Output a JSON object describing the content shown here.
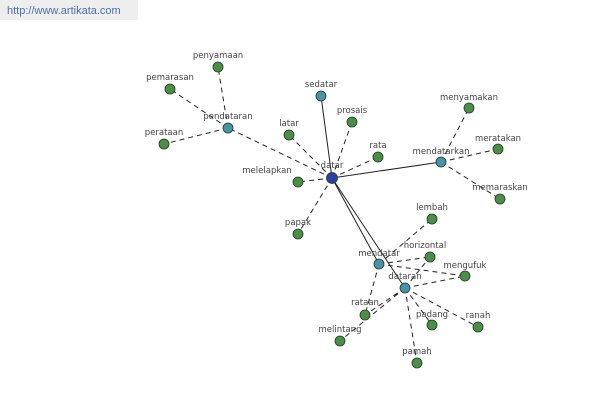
{
  "header": {
    "url": "http://www.artikata.com"
  },
  "colors": {
    "center": "#2e3fa3",
    "hub": "#4a92a8",
    "leaf": "#4e8c4a",
    "node_outline": "#1f3d1f",
    "edge": "#222222",
    "label": "#444444"
  },
  "graph": {
    "nodes": [
      {
        "id": "datar",
        "label": "datar",
        "kind": "center"
      },
      {
        "id": "pendataran",
        "label": "pendataran",
        "kind": "hub"
      },
      {
        "id": "sedatar",
        "label": "sedatar",
        "kind": "hub"
      },
      {
        "id": "mendatarkan",
        "label": "mendatarkan",
        "kind": "hub"
      },
      {
        "id": "mendatar",
        "label": "mendatar",
        "kind": "hub"
      },
      {
        "id": "dataran",
        "label": "dataran",
        "kind": "hub"
      },
      {
        "id": "penyamaan",
        "label": "penyamaan",
        "kind": "leaf"
      },
      {
        "id": "pemarasan",
        "label": "pemarasan",
        "kind": "leaf"
      },
      {
        "id": "perataan",
        "label": "perataan",
        "kind": "leaf"
      },
      {
        "id": "latar",
        "label": "latar",
        "kind": "leaf"
      },
      {
        "id": "prosais",
        "label": "prosais",
        "kind": "leaf"
      },
      {
        "id": "rata",
        "label": "rata",
        "kind": "leaf"
      },
      {
        "id": "melelapkan",
        "label": "melelapkan",
        "kind": "leaf"
      },
      {
        "id": "papak",
        "label": "papak",
        "kind": "leaf"
      },
      {
        "id": "menyamakan",
        "label": "menyamakan",
        "kind": "leaf"
      },
      {
        "id": "meratakan",
        "label": "meratakan",
        "kind": "leaf"
      },
      {
        "id": "memaraskan",
        "label": "memaraskan",
        "kind": "leaf"
      },
      {
        "id": "lembah",
        "label": "lembah",
        "kind": "leaf"
      },
      {
        "id": "horizontal",
        "label": "horizontal",
        "kind": "leaf"
      },
      {
        "id": "mengufuk",
        "label": "mengufuk",
        "kind": "leaf"
      },
      {
        "id": "rataan",
        "label": "rataan",
        "kind": "leaf"
      },
      {
        "id": "melintang",
        "label": "melintang",
        "kind": "leaf"
      },
      {
        "id": "padang",
        "label": "padang",
        "kind": "leaf"
      },
      {
        "id": "ranah",
        "label": "ranah",
        "kind": "leaf"
      },
      {
        "id": "pamah",
        "label": "pamah",
        "kind": "leaf"
      }
    ],
    "edges": [
      {
        "from": "datar",
        "to": "pendataran",
        "style": "dashed"
      },
      {
        "from": "datar",
        "to": "sedatar",
        "style": "solid"
      },
      {
        "from": "datar",
        "to": "mendatarkan",
        "style": "solid"
      },
      {
        "from": "datar",
        "to": "mendatar",
        "style": "solid"
      },
      {
        "from": "datar",
        "to": "dataran",
        "style": "solid"
      },
      {
        "from": "datar",
        "to": "latar",
        "style": "dashed"
      },
      {
        "from": "datar",
        "to": "prosais",
        "style": "dashed"
      },
      {
        "from": "datar",
        "to": "rata",
        "style": "dashed"
      },
      {
        "from": "datar",
        "to": "melelapkan",
        "style": "dashed"
      },
      {
        "from": "datar",
        "to": "papak",
        "style": "dashed"
      },
      {
        "from": "pendataran",
        "to": "penyamaan",
        "style": "dashed"
      },
      {
        "from": "pendataran",
        "to": "pemarasan",
        "style": "dashed"
      },
      {
        "from": "pendataran",
        "to": "perataan",
        "style": "dashed"
      },
      {
        "from": "mendatarkan",
        "to": "menyamakan",
        "style": "dashed"
      },
      {
        "from": "mendatarkan",
        "to": "meratakan",
        "style": "dashed"
      },
      {
        "from": "mendatarkan",
        "to": "memaraskan",
        "style": "dashed"
      },
      {
        "from": "mendatar",
        "to": "lembah",
        "style": "dashed"
      },
      {
        "from": "mendatar",
        "to": "horizontal",
        "style": "dashed"
      },
      {
        "from": "mendatar",
        "to": "mengufuk",
        "style": "dashed"
      },
      {
        "from": "mendatar",
        "to": "rataan",
        "style": "dashed"
      },
      {
        "from": "dataran",
        "to": "horizontal",
        "style": "dashed"
      },
      {
        "from": "dataran",
        "to": "mengufuk",
        "style": "dashed"
      },
      {
        "from": "dataran",
        "to": "rataan",
        "style": "dashed"
      },
      {
        "from": "dataran",
        "to": "melintang",
        "style": "dashed"
      },
      {
        "from": "dataran",
        "to": "padang",
        "style": "dashed"
      },
      {
        "from": "dataran",
        "to": "ranah",
        "style": "dashed"
      },
      {
        "from": "dataran",
        "to": "pamah",
        "style": "dashed"
      }
    ]
  }
}
